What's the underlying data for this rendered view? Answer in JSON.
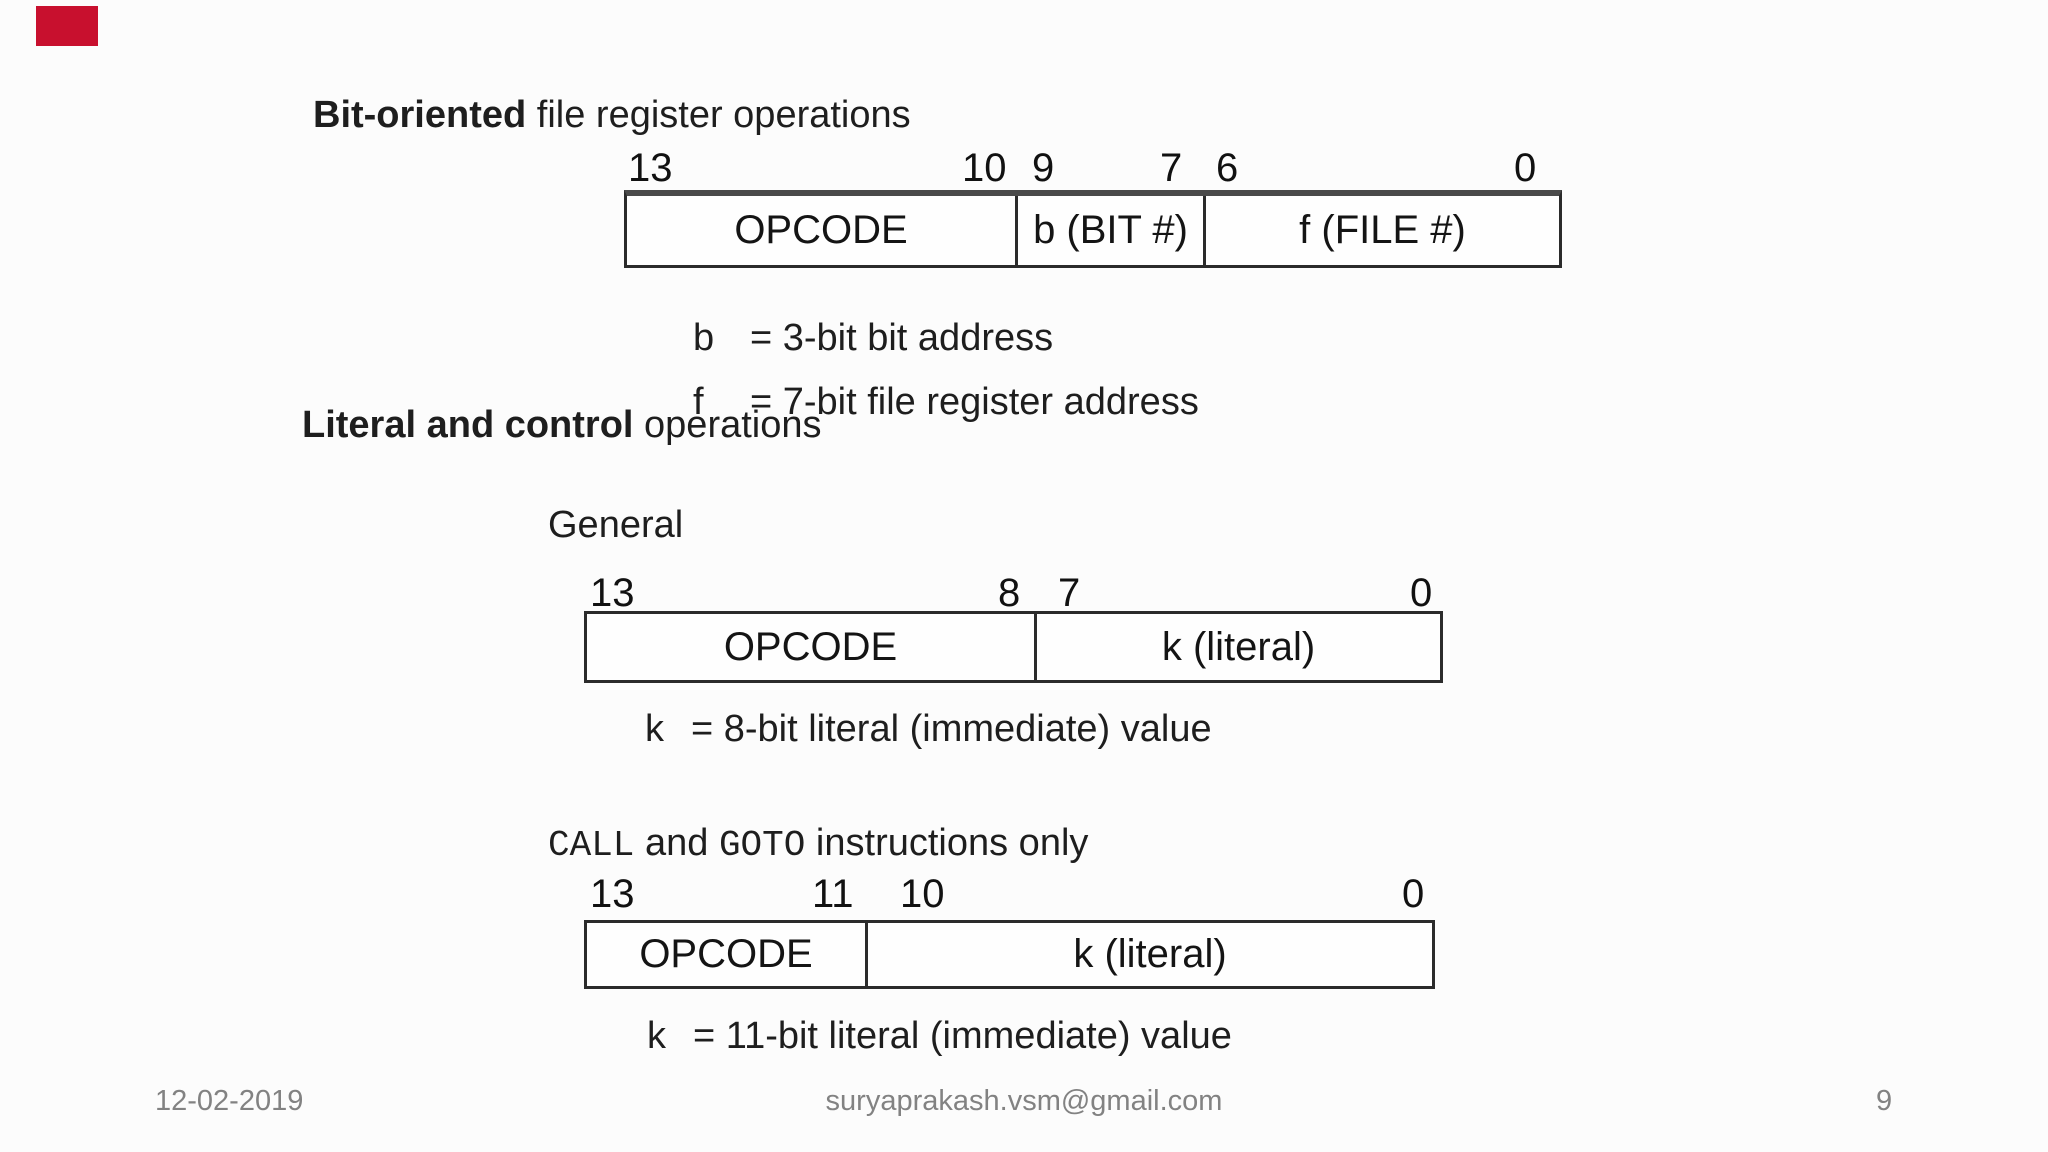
{
  "headings": {
    "bit_oriented_bold": "Bit-oriented",
    "bit_oriented_rest": " file register operations",
    "literal_bold": "Literal and control",
    "literal_rest": " operations",
    "general": "General",
    "call_mono1": "CALL",
    "call_mid": " and ",
    "call_mono2": "GOTO",
    "call_rest": " instructions only"
  },
  "diagrams": [
    {
      "name": "bit-oriented-format",
      "bits": [
        "13",
        "10",
        "9",
        "7",
        "6",
        "0"
      ],
      "cells": [
        "OPCODE",
        "b (BIT #)",
        "f (FILE #)"
      ]
    },
    {
      "name": "general-format",
      "bits": [
        "13",
        "8",
        "7",
        "0"
      ],
      "cells": [
        "OPCODE",
        "k (literal)"
      ]
    },
    {
      "name": "call-goto-format",
      "bits": [
        "13",
        "11",
        "10",
        "0"
      ],
      "cells": [
        "OPCODE",
        "k (literal)"
      ]
    }
  ],
  "definitions": {
    "b_sym": "b",
    "b_text": "= 3-bit bit address",
    "f_sym": "f",
    "f_text": "= 7-bit file register address",
    "k8_sym": "k",
    "k8_text": "= 8-bit literal (immediate) value",
    "k11_sym": "k",
    "k11_text": "= 11-bit literal (immediate) value"
  },
  "footer": {
    "date": "12-02-2019",
    "email": "suryaprakash.vsm@gmail.com",
    "page_number": "9"
  },
  "accent": {
    "red_marker_color": "#c8102e",
    "red_marker_style": "background:#c8102e"
  }
}
